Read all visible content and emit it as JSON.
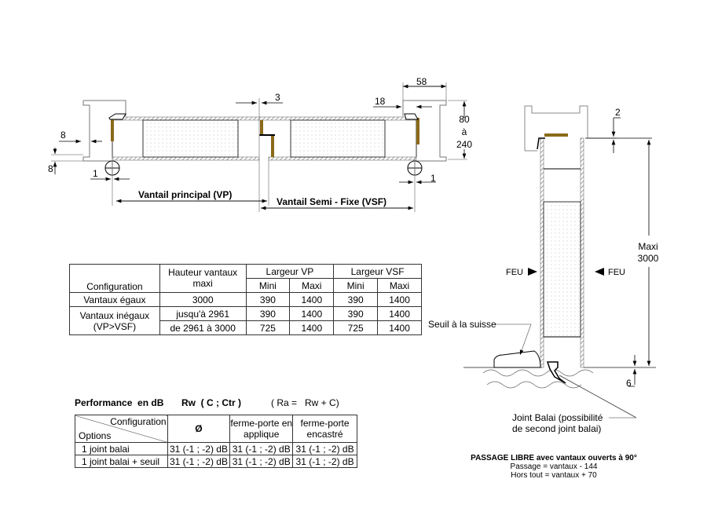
{
  "plan_view": {
    "dims": {
      "d3": "3",
      "d58": "58",
      "d18": "18",
      "d80": "80",
      "d_a": "à",
      "d240": "240",
      "d8a": "8",
      "d8b": "8",
      "d1a": "1",
      "d1b": "1"
    },
    "label_vp": "Vantail principal  (VP)",
    "label_vsf": "Vantail Semi - Fixe (VSF)"
  },
  "section_view": {
    "dim2": "2",
    "maxi": "Maxi",
    "maxi_value": "3000",
    "feu_left": "FEU",
    "feu_right": "FEU",
    "seuil": "Seuil à la suisse",
    "dim6": "6",
    "joint_line1": "Joint Balai (possibilité",
    "joint_line2": "de second joint balai)"
  },
  "dimensions_table": {
    "headers": {
      "configuration": "Configuration",
      "hauteur": "Hauteur vantaux maxi",
      "largeur_vp": "Largeur VP",
      "largeur_vsf": "Largeur VSF",
      "mini": "Mini",
      "maxi": "Maxi"
    },
    "rows": [
      {
        "config": "Vantaux égaux",
        "hauteur": "3000",
        "vp_mini": "390",
        "vp_maxi": "1400",
        "vsf_mini": "390",
        "vsf_maxi": "1400"
      },
      {
        "config": "Vantaux inégaux (VP>VSF)",
        "hauteur": "jusqu'à 2961",
        "vp_mini": "390",
        "vp_maxi": "1400",
        "vsf_mini": "390",
        "vsf_maxi": "1400"
      },
      {
        "hauteur": "de 2961 à 3000",
        "vp_mini": "725",
        "vp_maxi": "1400",
        "vsf_mini": "725",
        "vsf_maxi": "1400"
      }
    ]
  },
  "performance": {
    "title": "Performance  en dB",
    "rw": "Rw  ( C ; Ctr )",
    "ra": "( Ra =   Rw + C)",
    "headers": {
      "configuration": "Configuration",
      "options": "Options",
      "none": "Ø",
      "applique": "ferme-porte en applique",
      "encastre": "ferme-porte encastré"
    },
    "rows": [
      {
        "option": "1 joint balai",
        "values": [
          "31 (-1 ; -2) dB",
          "31 (-1 ; -2) dB",
          "31 (-1 ; -2) dB"
        ]
      },
      {
        "option": "1 joint balai + seuil",
        "values": [
          "31 (-1 ; -2) dB",
          "31 (-1 ; -2) dB",
          "31 (-1 ; -2) dB"
        ]
      }
    ]
  },
  "passage": {
    "title": "PASSAGE LIBRE avec vantaux ouverts à 90°",
    "line1": "Passage = vantaux - 144",
    "line2": "Hors tout = vantaux + 70"
  },
  "colors": {
    "seal": "#8a6a1a",
    "line": "#000000",
    "frame": "#888888"
  }
}
